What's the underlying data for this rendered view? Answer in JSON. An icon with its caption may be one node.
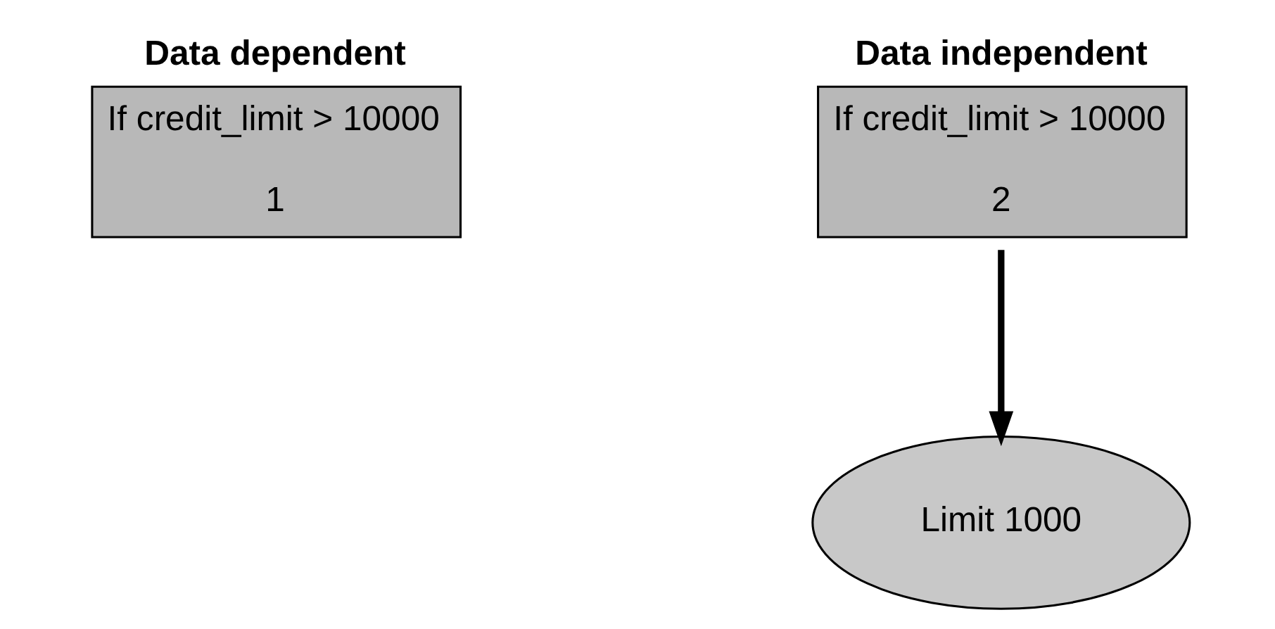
{
  "diagram": {
    "nodes": [
      {
        "text": [
          "Data dependent",
          "If credit_limit > 10000",
          "1"
        ]
      },
      {
        "text": [
          "Data independent",
          "If credit_limit > 10000",
          "2"
        ]
      },
      {
        "text": [
          "Limit 1000"
        ]
      }
    ],
    "edges": [
      {
        "from": 1,
        "to": 2,
        "arrow": "to"
      }
    ]
  }
}
